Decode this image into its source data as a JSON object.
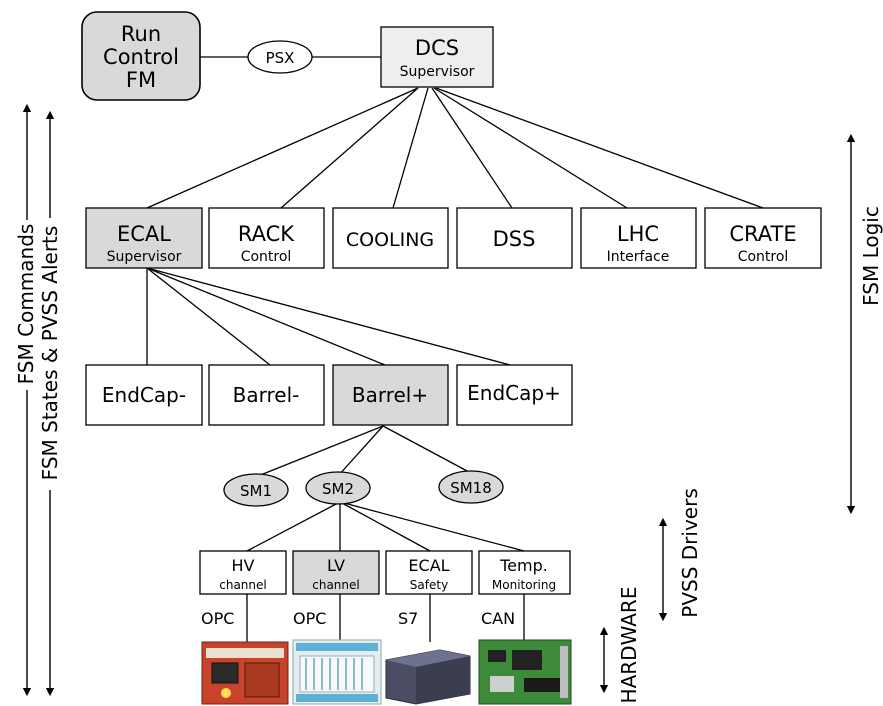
{
  "top": {
    "run_control": [
      "Run",
      "Control",
      "FM"
    ],
    "psx": "PSX",
    "dcs": {
      "title": "DCS",
      "sub": "Supervisor"
    }
  },
  "subsystems": [
    {
      "key": "ecal",
      "title": "ECAL",
      "sub": "Supervisor",
      "highlight": true
    },
    {
      "key": "rack",
      "title": "RACK",
      "sub": "Control",
      "highlight": false
    },
    {
      "key": "cooling",
      "title": "COOLING",
      "sub": "",
      "highlight": false
    },
    {
      "key": "dss",
      "title": "DSS",
      "sub": "",
      "highlight": false
    },
    {
      "key": "lhc",
      "title": "LHC",
      "sub": "Interface",
      "highlight": false
    },
    {
      "key": "crate",
      "title": "CRATE",
      "sub": "Control",
      "highlight": false
    }
  ],
  "partitions": [
    {
      "label": "EndCap-",
      "highlight": false
    },
    {
      "label": "Barrel-",
      "highlight": false
    },
    {
      "label": "Barrel+",
      "highlight": true
    },
    {
      "label": "EndCap+",
      "highlight": false
    }
  ],
  "supermodules": [
    "SM1",
    "SM2",
    "SM18"
  ],
  "channels": [
    {
      "title": "HV",
      "sub": "channel",
      "highlight": false,
      "driver": "OPC"
    },
    {
      "title": "LV",
      "sub": "channel",
      "highlight": true,
      "driver": "OPC"
    },
    {
      "title": "ECAL",
      "sub": "Safety",
      "highlight": false,
      "driver": "S7"
    },
    {
      "title": "Temp.",
      "sub": "Monitoring",
      "highlight": false,
      "driver": "CAN"
    }
  ],
  "side_labels": {
    "fsm_commands": "FSM Commands",
    "fsm_states": "FSM States & PVSS Alerts",
    "fsm_logic": "FSM Logic",
    "pvss_drivers": "PVSS Drivers",
    "hardware": "HARDWARE"
  },
  "hardware_images": [
    "hv-crate-icon",
    "lv-crate-icon",
    "plc-unit-icon",
    "can-board-icon"
  ],
  "colors": {
    "highlight": "#d9d9d9",
    "line": "#000000",
    "background": "#ffffff"
  }
}
